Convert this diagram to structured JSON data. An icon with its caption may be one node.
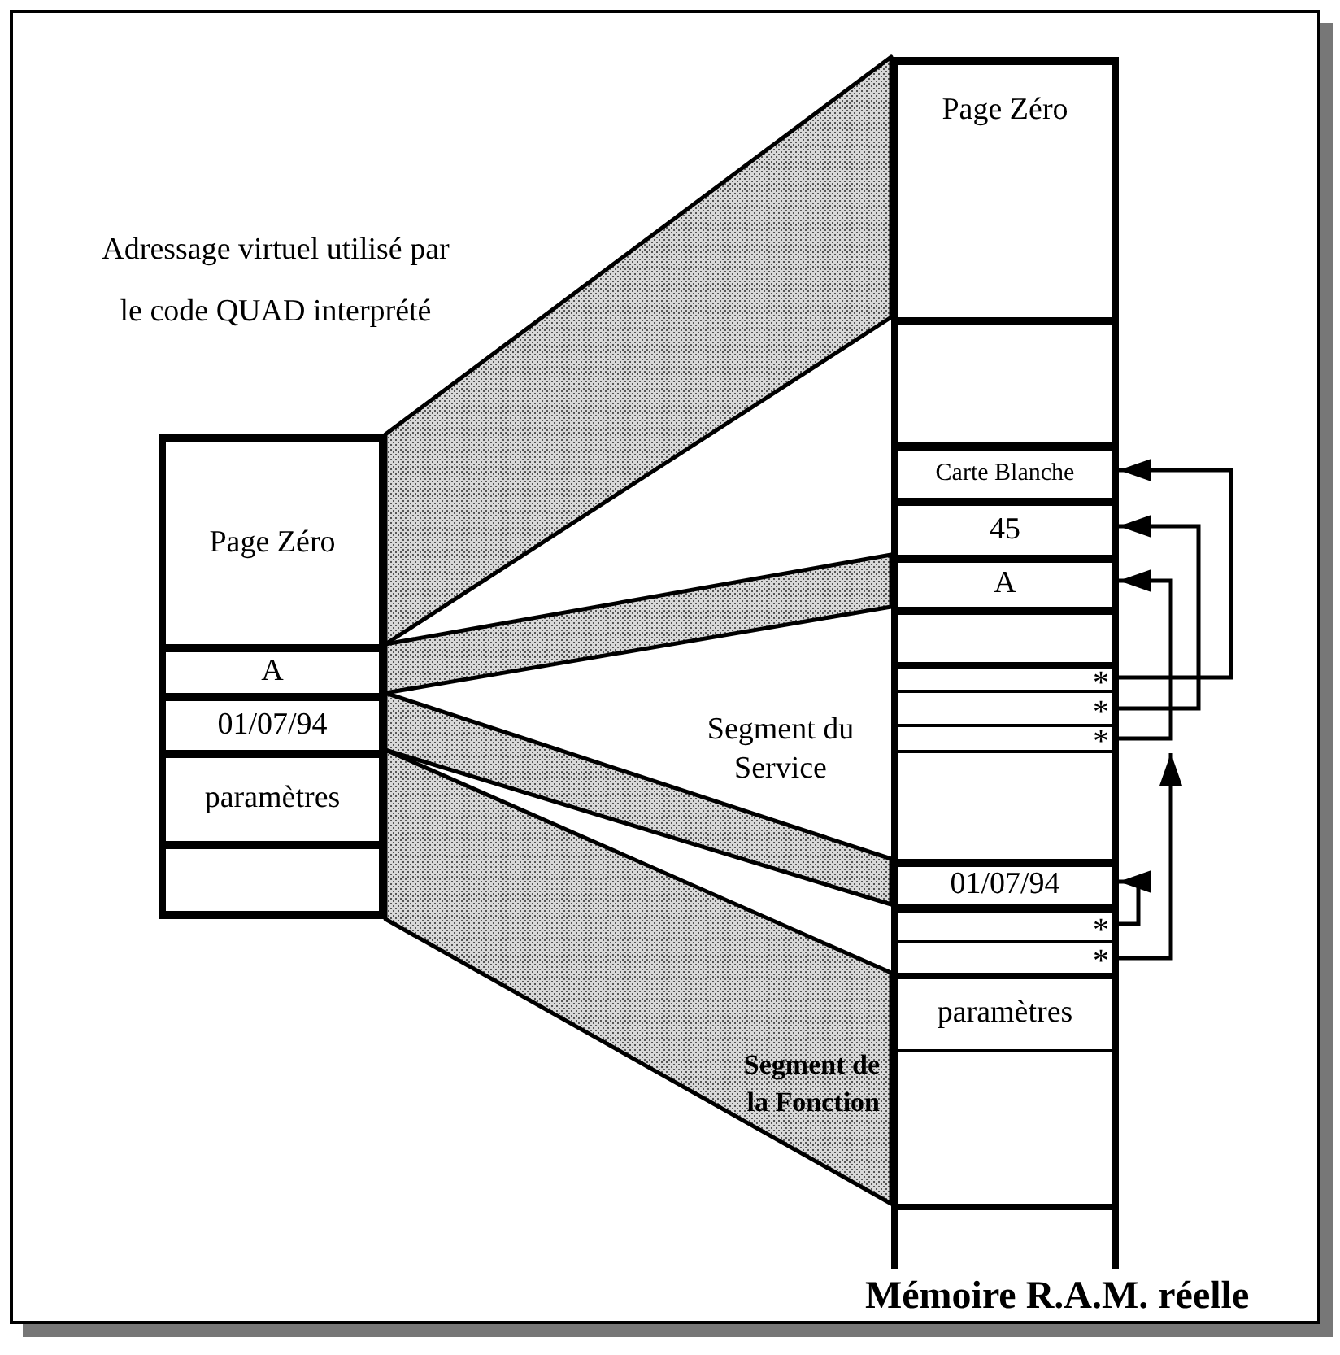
{
  "diagram": {
    "nodes": [
      {
        "text": [
          "Page Zéro"
        ]
      },
      {
        "text": [
          "A"
        ]
      },
      {
        "text": [
          "01/07/94"
        ]
      },
      {
        "text": [
          "paramètres"
        ]
      },
      {
        "text": [],
        "shape": "box"
      },
      {
        "text": [
          "Page Zéro"
        ]
      },
      {
        "text": [],
        "shape": "box"
      },
      {
        "text": [
          "Carte Blanche"
        ]
      },
      {
        "text": [
          "45"
        ]
      },
      {
        "text": [
          "A"
        ]
      },
      {
        "text": [],
        "shape": "box"
      },
      {
        "text": [
          "*"
        ]
      },
      {
        "text": [
          "*"
        ]
      },
      {
        "text": [
          "*"
        ]
      },
      {
        "text": [],
        "shape": "box"
      },
      {
        "text": [
          "01/07/94"
        ]
      },
      {
        "text": [
          "*"
        ]
      },
      {
        "text": [
          "*"
        ]
      },
      {
        "text": [
          "paramètres"
        ]
      },
      {
        "text": [],
        "shape": "box"
      },
      {
        "text": [],
        "shape": "box"
      }
    ],
    "edges": [
      {
        "from": 0,
        "to": 5,
        "arrow": "none",
        "style": "thick"
      },
      {
        "from": 1,
        "to": 9,
        "arrow": "none",
        "style": "thick"
      },
      {
        "from": 2,
        "to": 15,
        "arrow": "none",
        "style": "thick"
      },
      {
        "from": 3,
        "to": 18,
        "arrow": "none",
        "style": "thick"
      },
      {
        "from": 11,
        "to": 7,
        "arrow": "to"
      },
      {
        "from": 12,
        "to": 8,
        "arrow": "to"
      },
      {
        "from": 13,
        "to": 9,
        "arrow": "to"
      },
      {
        "from": 16,
        "to": 15,
        "arrow": "to"
      },
      {
        "from": 17,
        "to": 13,
        "arrow": "to"
      }
    ],
    "labels": [
      "Adressage virtuel utilisé par le code QUAD interprété",
      "Segment du Service",
      "Segment de la Fonction",
      "Mémoire R.A.M. réelle"
    ]
  }
}
